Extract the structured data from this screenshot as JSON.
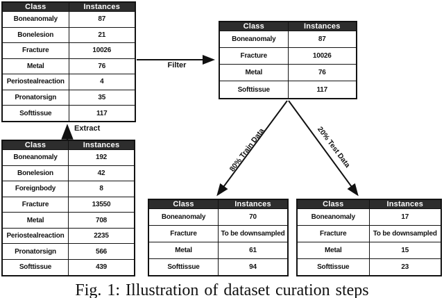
{
  "figure": {
    "caption": "Fig. 1: Illustration of dataset curation steps",
    "colors": {
      "header_bg": "#2d2d2d",
      "header_text": "#ffffff",
      "border": "#121212",
      "body_text": "#111111"
    }
  },
  "arrows": {
    "filter_label": "Filter",
    "extract_label": "Extract",
    "train_label": "80% Train Data",
    "test_label": "20% Test Data"
  },
  "tables": {
    "extracted_top_left": {
      "header": [
        "Class",
        "Instances"
      ],
      "rows": [
        [
          "Boneanomaly",
          "87"
        ],
        [
          "Bonelesion",
          "21"
        ],
        [
          "Fracture",
          "10026"
        ],
        [
          "Metal",
          "76"
        ],
        [
          "Periostealreaction",
          "4"
        ],
        [
          "Pronatorsign",
          "35"
        ],
        [
          "Softtissue",
          "117"
        ]
      ]
    },
    "full_bottom_left": {
      "header": [
        "Class",
        "Instances"
      ],
      "rows": [
        [
          "Boneanomaly",
          "192"
        ],
        [
          "Bonelesion",
          "42"
        ],
        [
          "Foreignbody",
          "8"
        ],
        [
          "Fracture",
          "13550"
        ],
        [
          "Metal",
          "708"
        ],
        [
          "Periostealreaction",
          "2235"
        ],
        [
          "Pronatorsign",
          "566"
        ],
        [
          "Softtissue",
          "439"
        ]
      ]
    },
    "filtered_top_middle": {
      "header": [
        "Class",
        "Instances"
      ],
      "rows": [
        [
          "Boneanomaly",
          "87"
        ],
        [
          "Fracture",
          "10026"
        ],
        [
          "Metal",
          "76"
        ],
        [
          "Softtissue",
          "117"
        ]
      ]
    },
    "train_bottom_middle": {
      "header": [
        "Class",
        "Instances"
      ],
      "rows": [
        [
          "Boneanomaly",
          "70"
        ],
        [
          "Fracture",
          "To be downsampled"
        ],
        [
          "Metal",
          "61"
        ],
        [
          "Softtissue",
          "94"
        ]
      ]
    },
    "test_bottom_right": {
      "header": [
        "Class",
        "Instances"
      ],
      "rows": [
        [
          "Boneanomaly",
          "17"
        ],
        [
          "Fracture",
          "To be downsampled"
        ],
        [
          "Metal",
          "15"
        ],
        [
          "Softtissue",
          "23"
        ]
      ]
    }
  }
}
